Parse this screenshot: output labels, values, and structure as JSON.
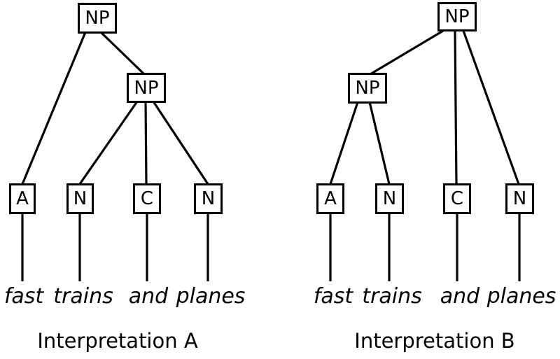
{
  "diagram": {
    "background": "#ffffff",
    "ink": "#000000",
    "phrase": "fast trains and planes",
    "trees": [
      {
        "caption": "Interpretation A",
        "root": {
          "label": "NP"
        },
        "inner": {
          "label": "NP"
        },
        "leaves": [
          {
            "label": "A",
            "word": "fast"
          },
          {
            "label": "N",
            "word": "trains"
          },
          {
            "label": "C",
            "word": "and"
          },
          {
            "label": "N",
            "word": "planes"
          }
        ],
        "edges": [
          [
            "NP-root",
            "A:fast"
          ],
          [
            "NP-root",
            "NP-inner"
          ],
          [
            "NP-inner",
            "N:trains"
          ],
          [
            "NP-inner",
            "C:and"
          ],
          [
            "NP-inner",
            "N:planes"
          ]
        ]
      },
      {
        "caption": "Interpretation B",
        "root": {
          "label": "NP"
        },
        "inner": {
          "label": "NP"
        },
        "leaves": [
          {
            "label": "A",
            "word": "fast"
          },
          {
            "label": "N",
            "word": "trains"
          },
          {
            "label": "C",
            "word": "and"
          },
          {
            "label": "N",
            "word": "planes"
          }
        ],
        "edges": [
          [
            "NP-root",
            "NP-inner"
          ],
          [
            "NP-root",
            "C:and"
          ],
          [
            "NP-root",
            "N:planes"
          ],
          [
            "NP-inner",
            "A:fast"
          ],
          [
            "NP-inner",
            "N:trains"
          ]
        ]
      }
    ]
  }
}
